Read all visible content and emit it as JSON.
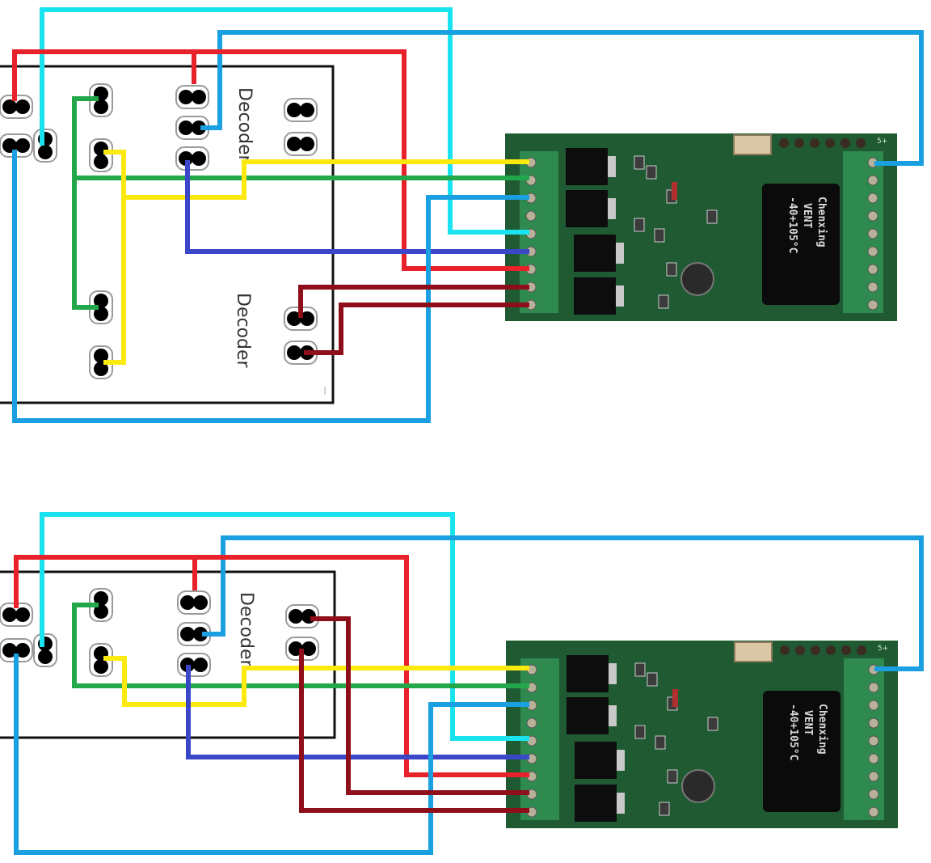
{
  "colors": {
    "red": "#e8222a",
    "cyan": "#19e3ef",
    "blue": "#1aa0e0",
    "green": "#22a84a",
    "yellow": "#fbe90f",
    "indigo": "#3a47c8",
    "darkred": "#8e0f1a",
    "pcb": "#1f5a32",
    "terminal": "#2f8a4f",
    "outline": "#111111"
  },
  "diagrams": [
    {
      "id": "top",
      "decoder_labels": [
        "Decoder",
        "Decoder"
      ],
      "relay": {
        "brand": "Chenxing",
        "model": "VENT",
        "temp": "-40+105°C"
      },
      "pcb_mark": "5+",
      "left_terminal_wires": [
        "yellow",
        "green",
        "blue",
        "none",
        "cyan",
        "indigo",
        "red",
        "darkred",
        "darkred"
      ],
      "right_terminal_wires": [
        "blue",
        "none",
        "none",
        "none",
        "none",
        "none",
        "none",
        "none",
        "none"
      ]
    },
    {
      "id": "bottom",
      "decoder_labels": [
        "Decoder"
      ],
      "relay": {
        "brand": "Chenxing",
        "model": "VENT",
        "temp": "-40+105°C"
      },
      "pcb_mark": "5+",
      "left_terminal_wires": [
        "yellow",
        "green",
        "blue",
        "none",
        "cyan",
        "indigo",
        "red",
        "darkred",
        "darkred"
      ],
      "right_terminal_wires": [
        "blue",
        "none",
        "none",
        "none",
        "none",
        "none",
        "none",
        "none",
        "none"
      ]
    }
  ]
}
